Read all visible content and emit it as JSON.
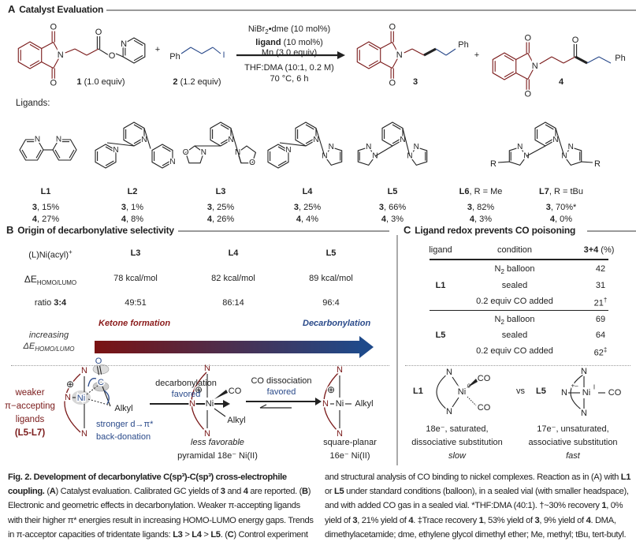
{
  "atoms": {
    "N": "N",
    "O": "O",
    "Ph": "Ph",
    "I": "I",
    "R": "R",
    "C": "C",
    "Ni": "Ni",
    "CO": "CO",
    "Alkyl": "Alkyl",
    "plus": "⊕",
    "Ni0": "Ni",
    "sup0": "0",
    "NiI": "Ni",
    "supI": "I",
    "minus": "+–"
  },
  "panelA": {
    "letter": "A",
    "title": "Catalyst Evaluation",
    "reagent1": {
      "num": "1",
      "equiv": "(1.0 equiv)"
    },
    "reagent2": {
      "num": "2",
      "equiv": "(1.2 equiv)"
    },
    "plus": "+",
    "conditions_above": {
      "line1_pre": "NiBr",
      "line1_sub": "2",
      "line1_post": "•dme (10 mol%)",
      "line2_bold": "ligand",
      "line2_rest": " (10 mol%)",
      "line3": "Mn (3.0 equiv)"
    },
    "conditions_below": [
      "THF:DMA (10:1, 0.2 M)",
      "70 °C, 6 h"
    ],
    "product3": "3",
    "product4": "4",
    "ligands_label": "Ligands:",
    "ligands": [
      {
        "name": "L1",
        "extra": "",
        "y3": "15%",
        "y4": "27%"
      },
      {
        "name": "L2",
        "extra": "",
        "y3": "1%",
        "y4": "8%"
      },
      {
        "name": "L3",
        "extra": "",
        "y3": "25%",
        "y4": "26%"
      },
      {
        "name": "L4",
        "extra": "",
        "y3": "25%",
        "y4": "4%"
      },
      {
        "name": "L5",
        "extra": "",
        "y3": "66%",
        "y4": "3%"
      },
      {
        "name": "L6",
        "extra": ", R = Me",
        "y3": "82%",
        "y4": "3%"
      },
      {
        "name": "L7",
        "extra": ", R = tBu",
        "y3": "70%*",
        "y4": "0%"
      }
    ],
    "yield_prefix3": "3",
    "yield_prefix4": "4"
  },
  "panelB": {
    "letter": "B",
    "title": "Origin of decarbonylative selectivity",
    "row_labels": {
      "complex": "(L)Ni(acyl)",
      "complex_sup": "+",
      "gap": "ΔE",
      "gap_sub": "HOMO/LUMO",
      "ratio": "ratio ",
      "ratio_bold": "3:4"
    },
    "columns": [
      {
        "ligand": "L3",
        "gap": "78 kcal/mol",
        "ratio": "49:51"
      },
      {
        "ligand": "L4",
        "gap": "82 kcal/mol",
        "ratio": "86:14"
      },
      {
        "ligand": "L5",
        "gap": "89 kcal/mol",
        "ratio": "96:4"
      }
    ],
    "gradient": {
      "left_label": "Ketone formation",
      "right_label": "Decarbonylation",
      "axis_line1": "increasing",
      "axis_line2": "ΔE",
      "axis_sub": "HOMO/LUMO",
      "start_color": "#7a1212",
      "end_color": "#1f4a8a"
    },
    "mechanism": {
      "weaker": [
        "weaker",
        "π−accepting",
        "ligands"
      ],
      "weaker_ref": "(L5-L7)",
      "backdonation": [
        "stronger d→π*",
        "back-donation"
      ],
      "step1": [
        "decarbonylation",
        "favored"
      ],
      "step2": [
        "CO dissociation",
        "favored"
      ],
      "int1": [
        "less favorable",
        "pyramidal 18e⁻ Ni(II)"
      ],
      "int2": [
        "square-planar",
        "16e⁻ Ni(II)"
      ]
    }
  },
  "panelC": {
    "letter": "C",
    "title": "Ligand redox prevents CO poisoning",
    "headers": {
      "ligand": "ligand",
      "condition": "condition",
      "yield_bold": "3+4",
      "yield_rest": " (%)"
    },
    "groups": [
      {
        "ligand": "L1",
        "rows": [
          {
            "cond_pre": "N",
            "cond_sub": "2",
            "cond_post": " balloon",
            "value": "42",
            "mark": ""
          },
          {
            "cond_pre": "sealed",
            "cond_sub": "",
            "cond_post": "",
            "value": "31",
            "mark": ""
          },
          {
            "cond_pre": "0.2 equiv CO added",
            "cond_sub": "",
            "cond_post": "",
            "value": "21",
            "mark": "†"
          }
        ]
      },
      {
        "ligand": "L5",
        "rows": [
          {
            "cond_pre": "N",
            "cond_sub": "2",
            "cond_post": " balloon",
            "value": "69",
            "mark": ""
          },
          {
            "cond_pre": "sealed",
            "cond_sub": "",
            "cond_post": "",
            "value": "64",
            "mark": ""
          },
          {
            "cond_pre": "0.2 equiv CO added",
            "cond_sub": "",
            "cond_post": "",
            "value": "62",
            "mark": "‡"
          }
        ]
      }
    ],
    "compare": {
      "left_label": "L1",
      "vs": "vs",
      "right_label": "L5",
      "left_desc": [
        "18e⁻, saturated,",
        "dissociative substitution",
        "slow"
      ],
      "right_desc": [
        "17e⁻, unsaturated,",
        "associative substitution",
        "fast"
      ]
    }
  },
  "caption": {
    "left": [
      {
        "t": "Fig. 2. Development of decarbonylative C(sp³)-C(sp³) cross-electrophile coupling.",
        "b": true
      },
      {
        "t": " (",
        "b": false
      },
      {
        "t": "A",
        "b": true
      },
      {
        "t": ") Catalyst evaluation. Calibrated GC yields of ",
        "b": false
      },
      {
        "t": "3",
        "b": true
      },
      {
        "t": " and ",
        "b": false
      },
      {
        "t": "4",
        "b": true
      },
      {
        "t": " are reported. (",
        "b": false
      },
      {
        "t": "B",
        "b": true
      },
      {
        "t": ") Electronic and geometric effects in decarbonylation. Weaker π-accepting ligands with their higher π* energies result in increasing HOMO-LUMO energy gaps. Trends in π-acceptor capacities of tridentate ligands: ",
        "b": false
      },
      {
        "t": "L3",
        "b": true
      },
      {
        "t": " > ",
        "b": false
      },
      {
        "t": "L4",
        "b": true
      },
      {
        "t": " > ",
        "b": false
      },
      {
        "t": "L5",
        "b": true
      },
      {
        "t": ". (",
        "b": false
      },
      {
        "t": "C",
        "b": true
      },
      {
        "t": ") Control experiment",
        "b": false
      }
    ],
    "right": [
      {
        "t": "and structural analysis of CO binding to nickel complexes. Reaction as in (A) with ",
        "b": false
      },
      {
        "t": "L1",
        "b": true
      },
      {
        "t": " or ",
        "b": false
      },
      {
        "t": "L5",
        "b": true
      },
      {
        "t": " under standard conditions (balloon), in a sealed vial (with smaller headspace), and with added CO gas in a sealed vial. *THF:DMA (40:1). †~30% recovery ",
        "b": false
      },
      {
        "t": "1",
        "b": true
      },
      {
        "t": ", 0% yield of ",
        "b": false
      },
      {
        "t": "3",
        "b": true
      },
      {
        "t": ", 21% yield of ",
        "b": false
      },
      {
        "t": "4",
        "b": true
      },
      {
        "t": ". ‡Trace recovery ",
        "b": false
      },
      {
        "t": "1",
        "b": true
      },
      {
        "t": ", 53% yield of ",
        "b": false
      },
      {
        "t": "3",
        "b": true
      },
      {
        "t": ", 9% yield of ",
        "b": false
      },
      {
        "t": "4",
        "b": true
      },
      {
        "t": ". DMA, dimethylacetamide; dme, ethylene glycol dimethyl ether; Me, methyl; tBu, tert-butyl.",
        "b": false
      }
    ]
  }
}
